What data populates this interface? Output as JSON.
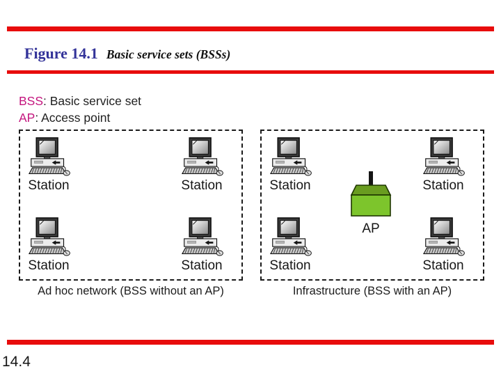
{
  "slide": {
    "figure_label": "Figure 14.1",
    "figure_caption": "Basic service sets (BSSs)",
    "page_number": "14.4"
  },
  "legend": {
    "items": [
      {
        "term": "BSS",
        "definition": ": Basic service set"
      },
      {
        "term": "AP",
        "definition": ": Access point"
      }
    ]
  },
  "diagram": {
    "station_label": "Station",
    "ap_label": "AP",
    "left_box_caption": "Ad hoc network  (BSS without an AP)",
    "right_box_caption": "Infrastructure (BSS with an AP)",
    "icons": {
      "station": "desktop-computer-icon",
      "ap": "access-point-icon"
    }
  },
  "colors": {
    "accent_red": "#e80c0c",
    "title_blue": "#333399",
    "term_magenta": "#c4157e",
    "ap_green_front": "#7dc52c",
    "ap_green_top": "#699c20"
  }
}
